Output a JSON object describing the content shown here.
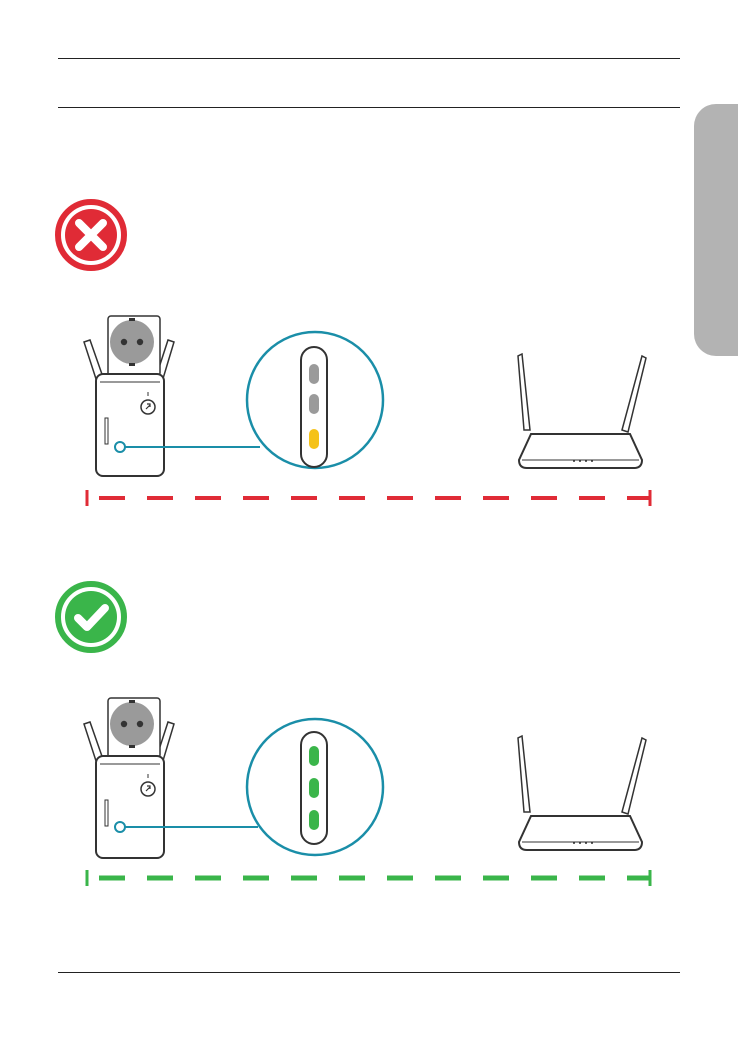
{
  "colors": {
    "error_red": "#e02b36",
    "success_green": "#3ab54a",
    "led_off_gray": "#9a9a9a",
    "led_amber": "#f5c218",
    "led_green": "#3ab54a",
    "callout_teal": "#1a8ea8",
    "tab_gray": "#b3b3b3"
  },
  "side_tab": {
    "icon": "language-tab"
  },
  "scenes": [
    {
      "status": "incorrect",
      "status_icon": "x-circle-icon",
      "leds": [
        "off",
        "off",
        "amber"
      ],
      "distance_line": "too-far"
    },
    {
      "status": "correct",
      "status_icon": "check-circle-icon",
      "leds": [
        "green",
        "green",
        "green"
      ],
      "distance_line": "in-range"
    }
  ]
}
